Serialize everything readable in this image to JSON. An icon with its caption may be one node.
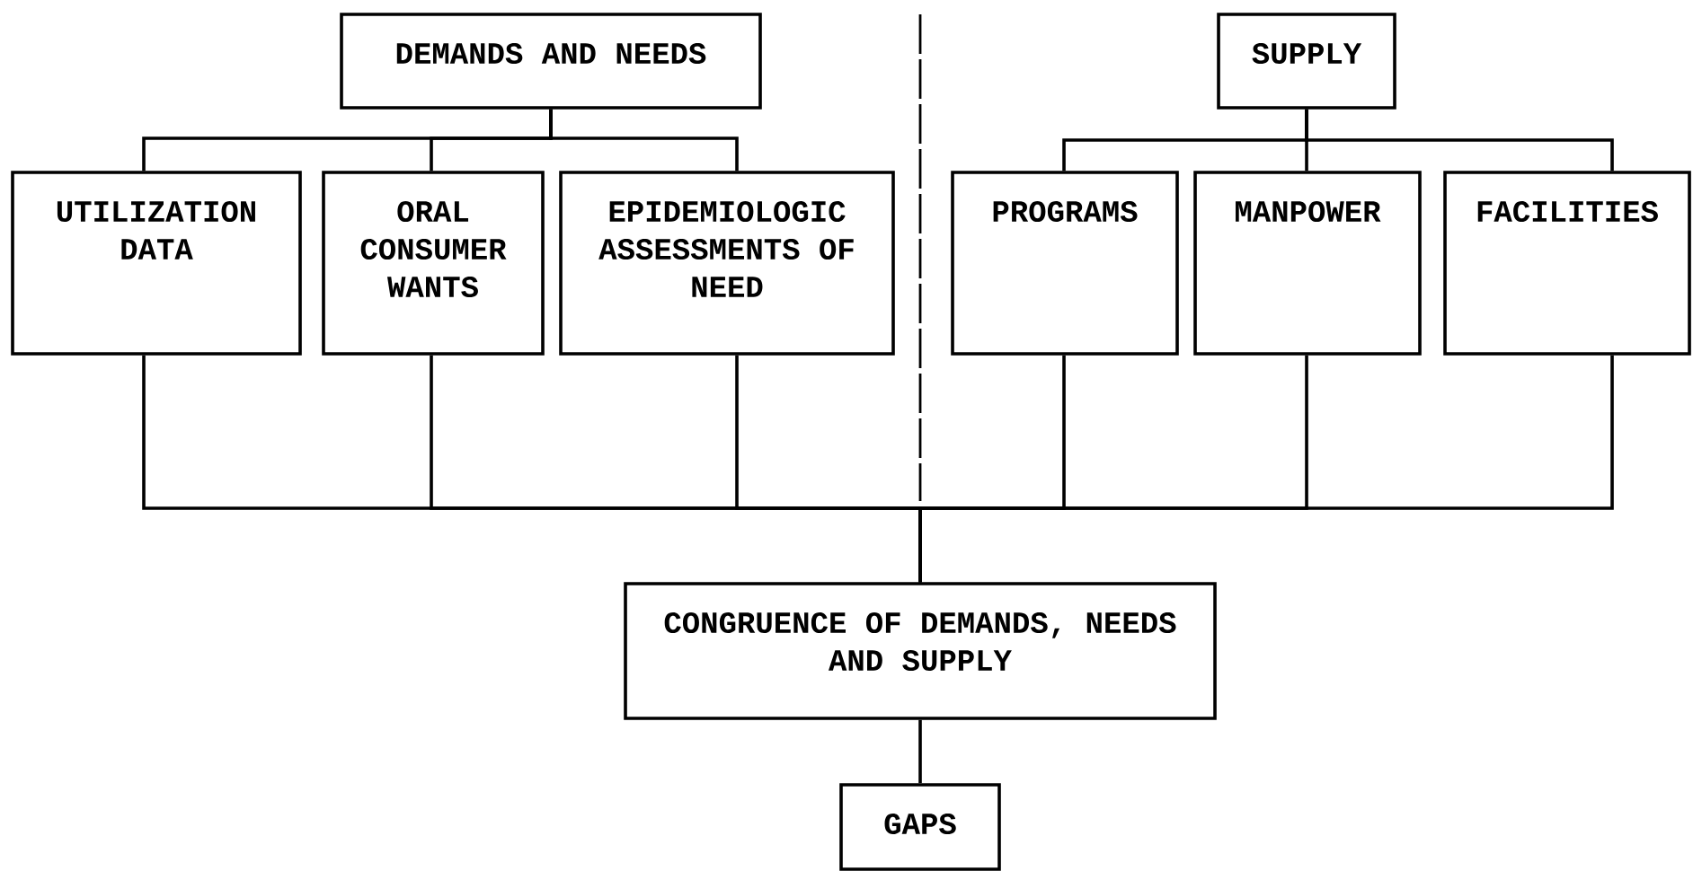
{
  "diagram": {
    "nodes": [
      {
        "text": [
          "DEMANDS AND NEEDS"
        ]
      },
      {
        "text": [
          "UTILIZATION DATA"
        ]
      },
      {
        "text": [
          "ORAL CONSUMER WANTS"
        ]
      },
      {
        "text": [
          "EPIDEMIOLOGIC ASSESSMENTS OF NEED"
        ]
      },
      {
        "text": [
          "SUPPLY"
        ]
      },
      {
        "text": [
          "PROGRAMS"
        ]
      },
      {
        "text": [
          "MANPOWER"
        ]
      },
      {
        "text": [
          "FACILITIES"
        ]
      },
      {
        "text": [
          "CONGRUENCE OF DEMANDS, NEEDS AND SUPPLY"
        ]
      },
      {
        "text": [
          "GAPS"
        ]
      }
    ],
    "edges": [
      {
        "from": 0,
        "to": 1,
        "arrow": "none"
      },
      {
        "from": 0,
        "to": 2,
        "arrow": "none"
      },
      {
        "from": 0,
        "to": 3,
        "arrow": "none"
      },
      {
        "from": 4,
        "to": 5,
        "arrow": "none"
      },
      {
        "from": 4,
        "to": 6,
        "arrow": "none"
      },
      {
        "from": 4,
        "to": 7,
        "arrow": "none"
      },
      {
        "from": 1,
        "to": 8,
        "arrow": "none"
      },
      {
        "from": 2,
        "to": 8,
        "arrow": "none"
      },
      {
        "from": 3,
        "to": 8,
        "arrow": "none"
      },
      {
        "from": 5,
        "to": 8,
        "arrow": "none"
      },
      {
        "from": 6,
        "to": 8,
        "arrow": "none"
      },
      {
        "from": 7,
        "to": 8,
        "arrow": "none"
      },
      {
        "from": 8,
        "to": 9,
        "arrow": "none"
      }
    ]
  }
}
